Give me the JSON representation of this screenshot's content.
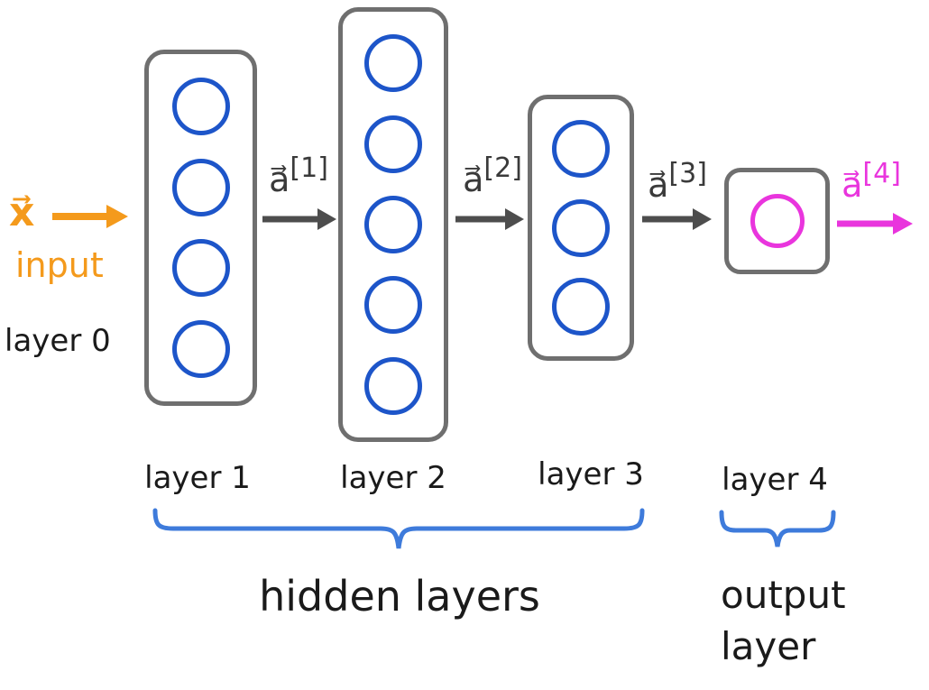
{
  "input": {
    "symbol": "x⃗",
    "label": "input",
    "layer_label": "layer 0"
  },
  "layers": [
    {
      "name": "layer 1",
      "neurons": 4,
      "activation_base": "a⃗",
      "activation_sup": "[1]"
    },
    {
      "name": "layer 2",
      "neurons": 5,
      "activation_base": "a⃗",
      "activation_sup": "[2]"
    },
    {
      "name": "layer 3",
      "neurons": 3,
      "activation_base": "a⃗",
      "activation_sup": "[3]"
    },
    {
      "name": "layer 4",
      "neurons": 1,
      "activation_base": "a⃗",
      "activation_sup": "[4]"
    }
  ],
  "annotations": {
    "hidden_layers_label": "hidden layers",
    "output_layer_line1": "output",
    "output_layer_line2": "layer"
  },
  "colors": {
    "neuron_blue": "#1d55c9",
    "neuron_magenta": "#e935dd",
    "box_gray": "#6f6f6f",
    "arrow_gray": "#4d4d4d",
    "accent_orange": "#f49a1c",
    "accent_magenta": "#e935dd",
    "brace_blue": "#3e7bdb",
    "text_black": "#1a1a1a"
  }
}
